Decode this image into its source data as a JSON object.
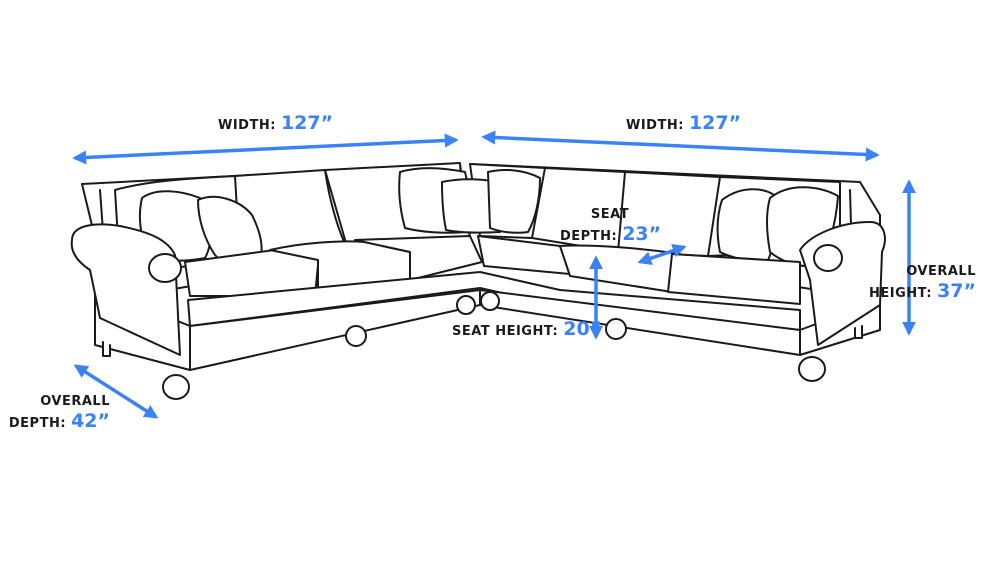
{
  "dimensions": {
    "width_left": {
      "label": "WIDTH:",
      "value": "127”"
    },
    "width_right": {
      "label": "WIDTH:",
      "value": "127”"
    },
    "seat_depth": {
      "line1": "SEAT",
      "line2": "DEPTH:",
      "value": "23”"
    },
    "seat_height": {
      "label": "SEAT HEIGHT:",
      "value": "20”"
    },
    "overall_height": {
      "line1": "OVERALL",
      "line2": "HEIGHT:",
      "value": "37”"
    },
    "overall_depth": {
      "line1": "OVERALL",
      "line2": "DEPTH:",
      "value": "42”"
    }
  },
  "colors": {
    "accent": "#3b82f6",
    "ink": "#1a1a1a",
    "background": "#ffffff"
  },
  "icons": [
    "sectional-sofa-drawing",
    "dimension-arrow"
  ]
}
